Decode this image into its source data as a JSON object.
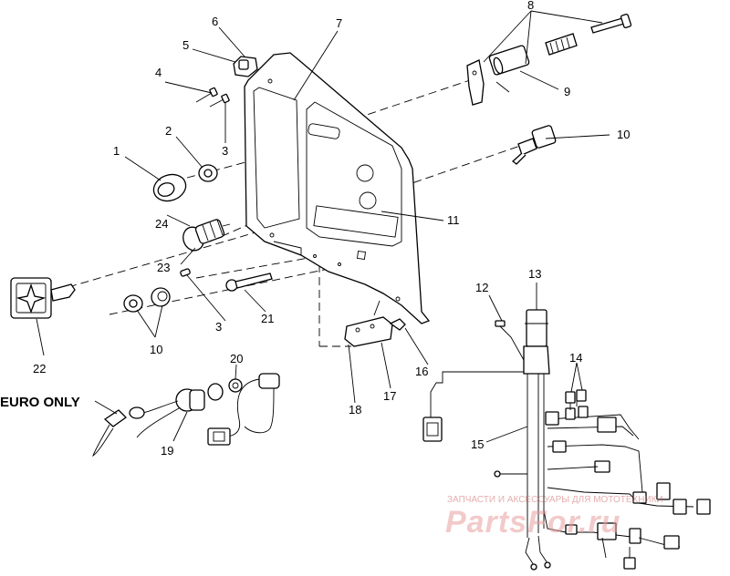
{
  "callouts": {
    "c1": "1",
    "c2": "2",
    "c3a": "3",
    "c3b": "3",
    "c4": "4",
    "c5": "5",
    "c6": "6",
    "c7": "7",
    "c8": "8",
    "c9": "9",
    "c10a": "10",
    "c10b": "10",
    "c11": "11",
    "c12": "12",
    "c13": "13",
    "c14": "14",
    "c15": "15",
    "c16": "16",
    "c17": "17",
    "c18": "18",
    "c19": "19",
    "c20": "20",
    "c21": "21",
    "c22": "22",
    "c23": "23",
    "c24": "24"
  },
  "note": "EURO ONLY",
  "watermark": {
    "line1": "ЗАПЧАСТИ И АКСЕССУАРЫ ДЛЯ МОТОТЕХНИКИ",
    "line2": "PartsFor.ru"
  }
}
